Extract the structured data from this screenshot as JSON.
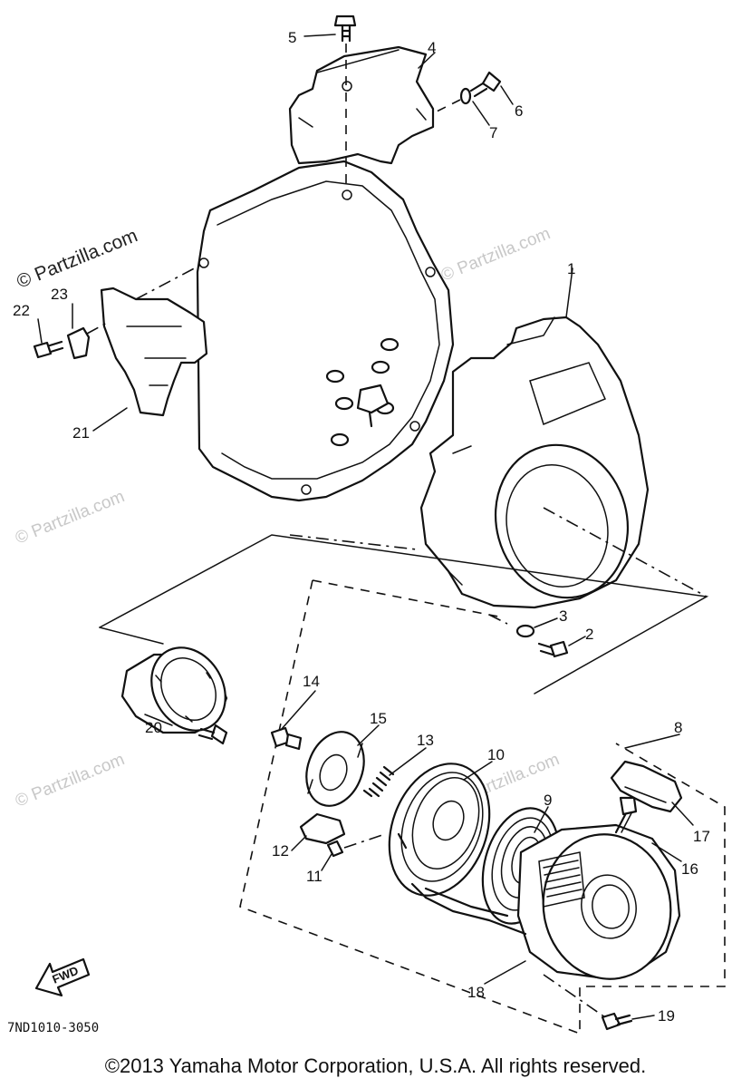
{
  "watermark": {
    "main_text": "© Partzilla.com",
    "faded_text": "© Partzilla.com"
  },
  "callouts": [
    "1",
    "2",
    "3",
    "4",
    "5",
    "6",
    "7",
    "8",
    "9",
    "10",
    "11",
    "12",
    "13",
    "14",
    "15",
    "16",
    "17",
    "18",
    "19",
    "20",
    "21",
    "22",
    "23"
  ],
  "fwd_label": "FWD",
  "diagram_code": "7ND1010-3050",
  "copyright": "©2013 Yamaha Motor Corporation, U.S.A. All rights reserved."
}
